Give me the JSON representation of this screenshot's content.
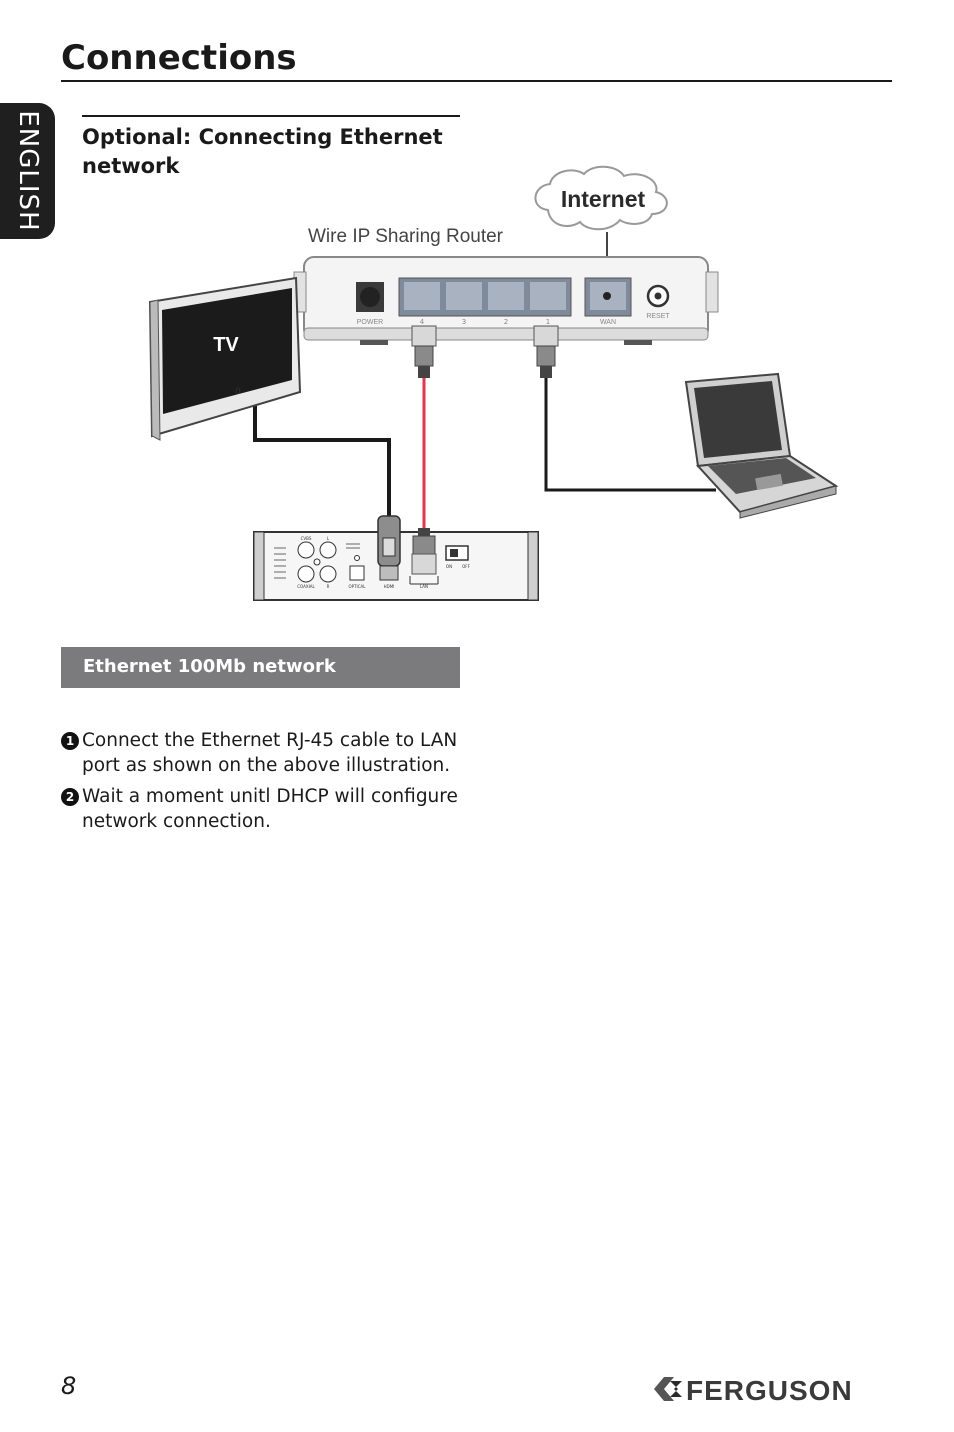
{
  "page": {
    "title": "Connections",
    "language_tab": "ENGLISH",
    "section_title": "Optional: Connecting Ethernet network",
    "banner": "Ethernet 100Mb network",
    "steps": [
      {
        "num": "1",
        "text": "Connect the Ethernet RJ-45 cable to LAN port as shown on the above illustration."
      },
      {
        "num": "2",
        "text": "Wait a moment unitl DHCP will configure network connection."
      }
    ],
    "page_number": "8",
    "brand": "FERGUSON"
  },
  "diagram": {
    "internet_label": "Internet",
    "router_label": "Wire IP Sharing Router",
    "router_power": "POWER",
    "router_ports": [
      "4",
      "3",
      "2",
      "1"
    ],
    "router_wan": "WAN",
    "router_reset": "RESET",
    "tv_label": "TV",
    "tv_power_symbol": "0",
    "player_labels": {
      "cvbs": "CVBS",
      "left": "L",
      "coaxial": "COAXIAL",
      "right": "R",
      "optical": "OPTICAL",
      "hdmi": "HDMI",
      "lan": "LAN",
      "on": "ON",
      "off": "OFF"
    },
    "cable_colors": {
      "ethernet_player": "#e8334a",
      "hdmi": "#1a1a1a",
      "ethernet_laptop": "#1a1a1a"
    }
  }
}
